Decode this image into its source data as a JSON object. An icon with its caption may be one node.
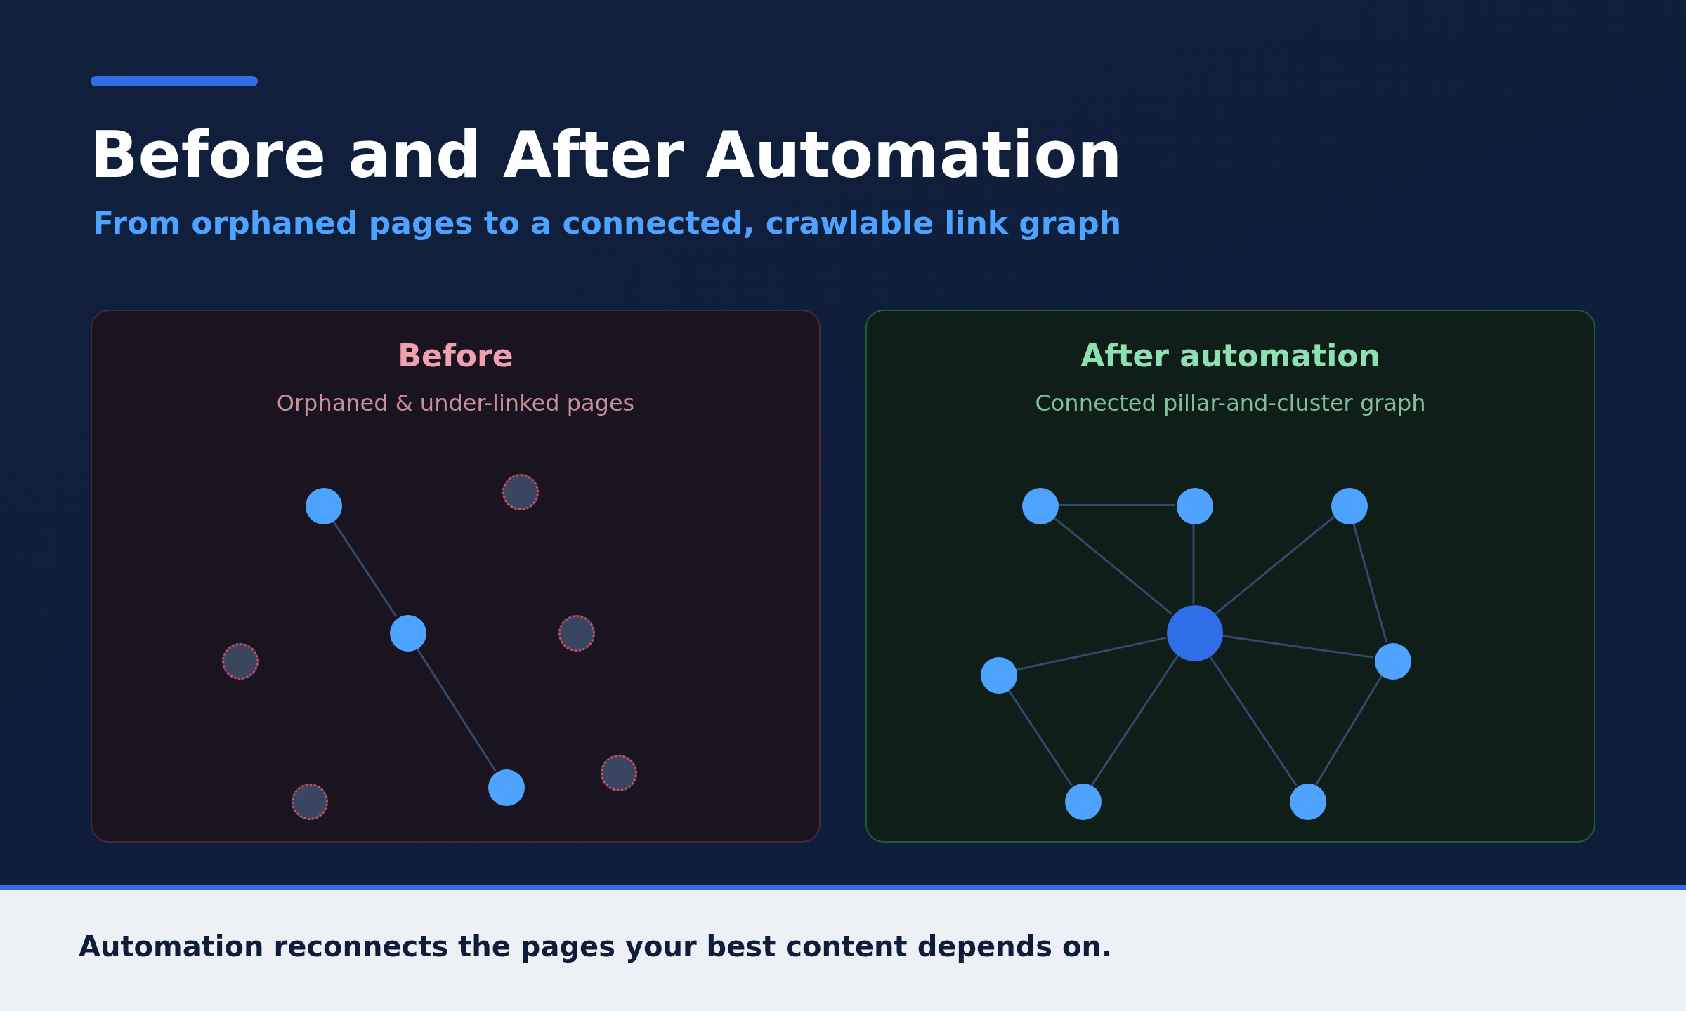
{
  "diagram": {
    "title": "Before and After Automation",
    "caption": "Automation reconnects the pages your best content depends on.",
    "nodes": [
      {
        "text": [
          "Before",
          "Orphaned & under-linked pages"
        ]
      },
      {
        "text": [],
        "shape": "circle",
        "in": 0
      },
      {
        "text": [],
        "shape": "circle",
        "in": 0
      },
      {
        "text": [],
        "shape": "circle",
        "in": 0
      },
      {
        "text": [],
        "shape": "circle",
        "in": 0
      },
      {
        "text": [],
        "shape": "circle",
        "in": 0
      },
      {
        "text": [],
        "shape": "circle",
        "in": 0
      },
      {
        "text": [],
        "shape": "circle",
        "in": 0
      },
      {
        "text": [],
        "shape": "circle",
        "in": 0
      },
      {
        "text": [
          "After automation",
          "Connected pillar-and-cluster graph"
        ]
      },
      {
        "text": [],
        "shape": "circle",
        "in": 9
      },
      {
        "text": [],
        "shape": "circle",
        "in": 9
      },
      {
        "text": [],
        "shape": "circle",
        "in": 9
      },
      {
        "text": [],
        "shape": "circle",
        "in": 9
      },
      {
        "text": [],
        "shape": "circle",
        "in": 9
      },
      {
        "text": [],
        "shape": "circle",
        "in": 9
      },
      {
        "text": [],
        "shape": "circle",
        "in": 9
      },
      {
        "text": [],
        "shape": "circle",
        "in": 9
      }
    ],
    "edges": [
      {
        "from": 2,
        "to": 3,
        "arrow": "none"
      },
      {
        "from": 3,
        "to": 7,
        "arrow": "none"
      },
      {
        "from": 10,
        "to": 11,
        "arrow": "none"
      },
      {
        "from": 10,
        "to": 13,
        "arrow": "none"
      },
      {
        "from": 11,
        "to": 13,
        "arrow": "none"
      },
      {
        "from": 12,
        "to": 13,
        "arrow": "none"
      },
      {
        "from": 12,
        "to": 14,
        "arrow": "none"
      },
      {
        "from": 13,
        "to": 15,
        "arrow": "none"
      },
      {
        "from": 13,
        "to": 14,
        "arrow": "none"
      },
      {
        "from": 13,
        "to": 16,
        "arrow": "none"
      },
      {
        "from": 13,
        "to": 17,
        "arrow": "none"
      },
      {
        "from": 15,
        "to": 16,
        "arrow": "none"
      },
      {
        "from": 14,
        "to": 17,
        "arrow": "none"
      }
    ],
    "labels": [
      "From orphaned pages to a connected, crawlable link graph"
    ]
  }
}
